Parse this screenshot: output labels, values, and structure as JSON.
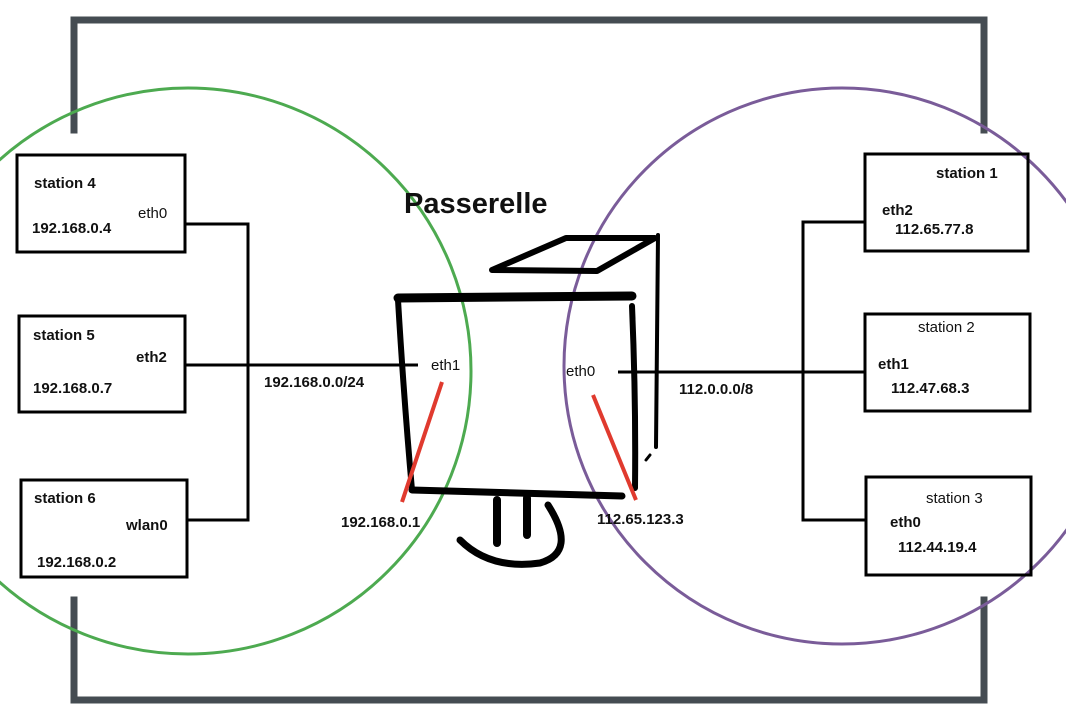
{
  "title": "Passerelle",
  "colors": {
    "frame": "#454c52",
    "lan_circle": "#4daa50",
    "wan_circle": "#7a5c99",
    "link": "#e03a2e"
  },
  "gateway": {
    "left_iface": "eth1",
    "left_ip": "192.168.0.1",
    "right_iface": "eth0",
    "right_ip": "112.65.123.3"
  },
  "networks": {
    "lan": "192.168.0.0/24",
    "wan": "112.0.0.0/8"
  },
  "stations": {
    "s4": {
      "name": "station 4",
      "iface": "eth0",
      "ip": "192.168.0.4"
    },
    "s5": {
      "name": "station 5",
      "iface": "eth2",
      "ip": "192.168.0.7"
    },
    "s6": {
      "name": "station 6",
      "iface": "wlan0",
      "ip": "192.168.0.2"
    },
    "s1": {
      "name": "station 1",
      "iface": "eth2",
      "ip": "112.65.77.8"
    },
    "s2": {
      "name": "station 2",
      "iface": "eth1",
      "ip": "112.47.68.3"
    },
    "s3": {
      "name": "station 3",
      "iface": "eth0",
      "ip": "112.44.19.4"
    }
  }
}
